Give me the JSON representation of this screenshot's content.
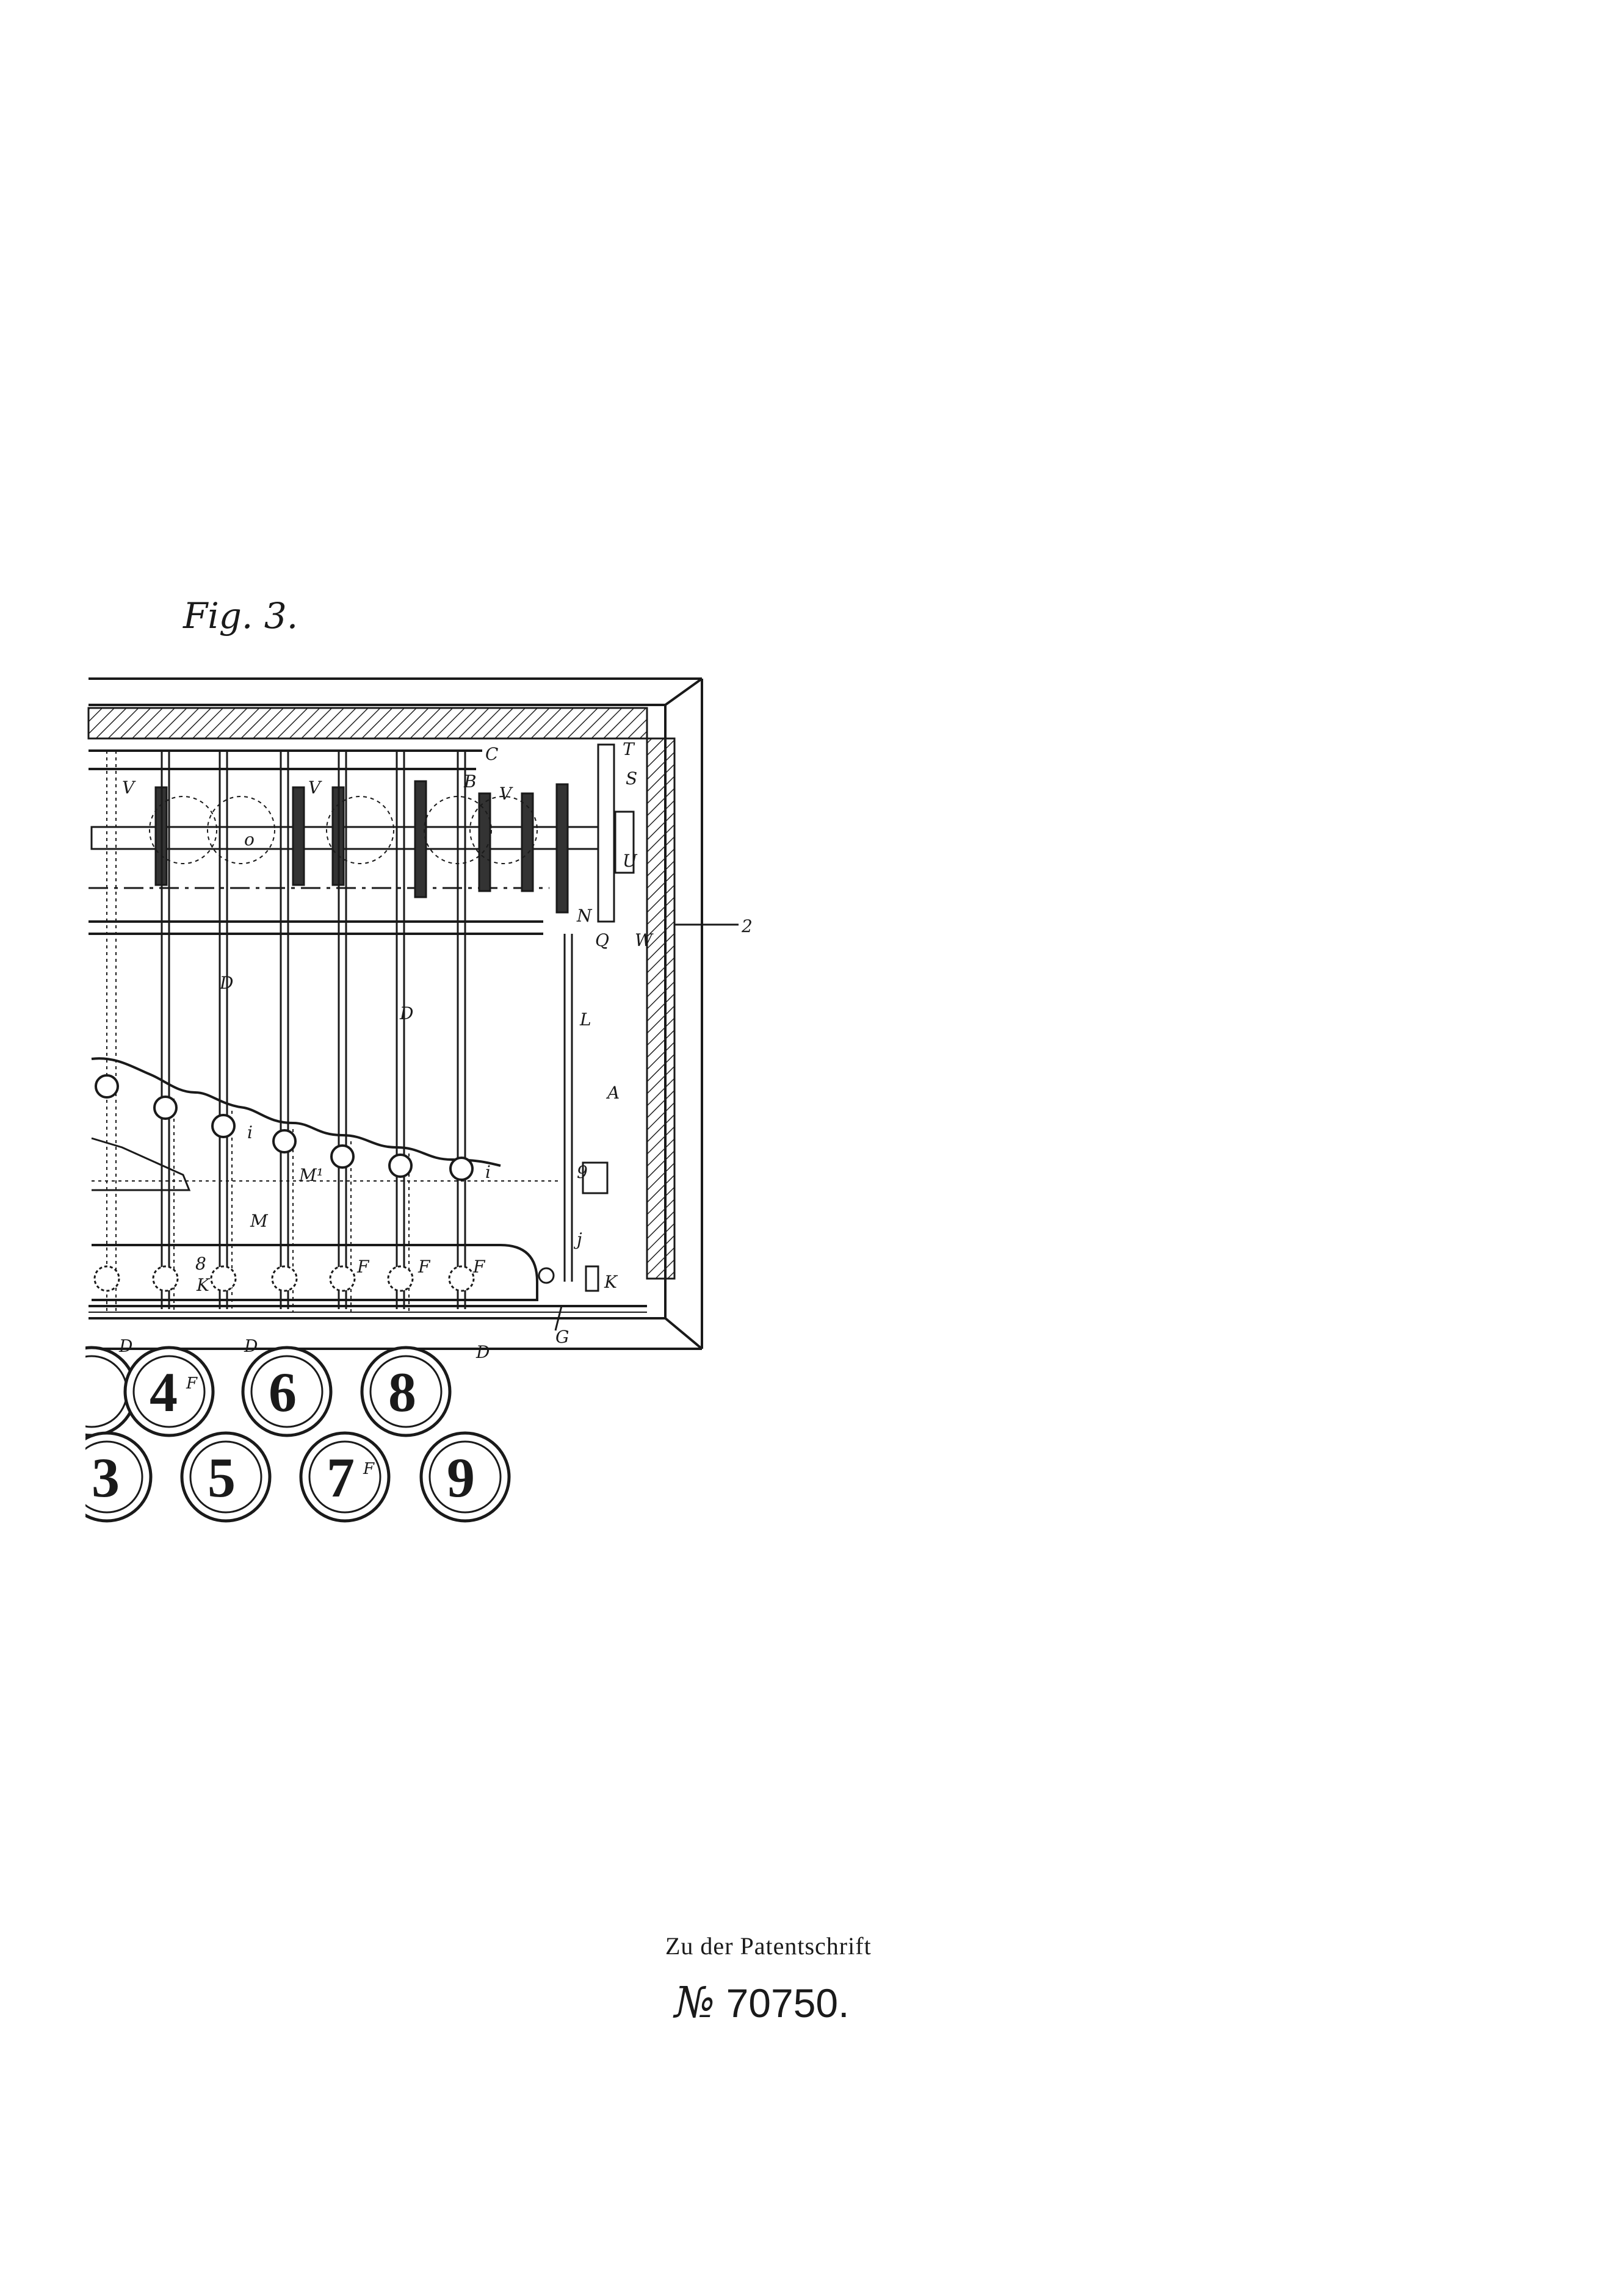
{
  "figure": {
    "title": "Fig. 3.",
    "labels": {
      "C": "C",
      "B": "B",
      "V": "V",
      "o": "o",
      "T": "T",
      "S": "S",
      "U": "U",
      "Q": "Q",
      "W": "W",
      "N": "N",
      "ref2": "2",
      "D": "D",
      "L": "L",
      "A": "A",
      "i": "i",
      "M1": "M¹",
      "M": "M",
      "ref9": "9",
      "j": "j",
      "ref8": "8",
      "K": "K",
      "F": "F",
      "G": "G"
    },
    "keys_top": [
      "4",
      "6",
      "8"
    ],
    "keys_bottom": [
      "3",
      "5",
      "7",
      "9"
    ]
  },
  "footer": {
    "caption": "Zu der Patentschrift",
    "number_mark": "№",
    "number": "70750."
  }
}
